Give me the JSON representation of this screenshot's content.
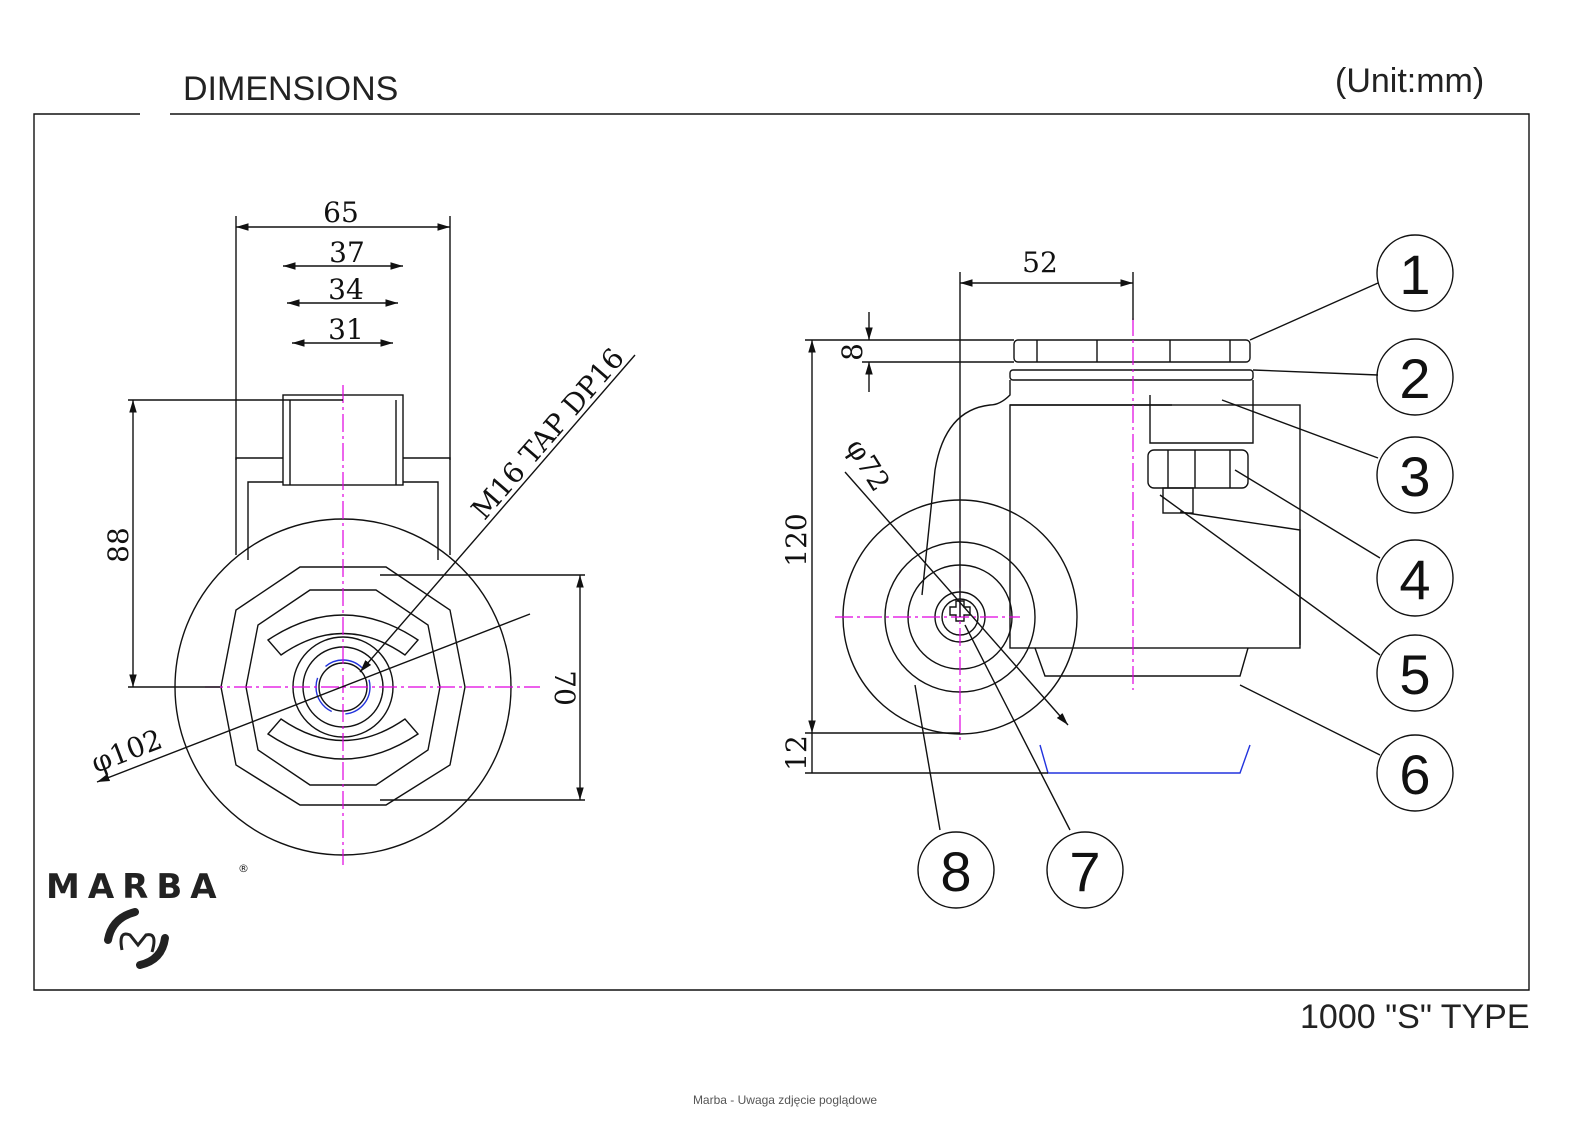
{
  "header": {
    "title": "DIMENSIONS",
    "unit": "(Unit:mm)"
  },
  "footer": {
    "type": "1000 \"S\" TYPE",
    "caption": "Marba - Uwaga zdjęcie poglądowe"
  },
  "logo": {
    "text": "MARBA",
    "mark": "®"
  },
  "front_view": {
    "dims": {
      "w65": "65",
      "w37": "37",
      "w34": "34",
      "w31": "31",
      "h88": "88",
      "h70": "70",
      "d102": "φ102",
      "tap": "M16 TAP DP16"
    }
  },
  "side_view": {
    "dims": {
      "w52": "52",
      "h8": "8",
      "h120": "120",
      "h12": "12",
      "d72": "φ72"
    },
    "callouts": [
      "1",
      "2",
      "3",
      "4",
      "5",
      "6",
      "8",
      "7"
    ]
  },
  "colors": {
    "centerline": "#e000e0",
    "hidden": "#2233dd",
    "line": "#111111"
  }
}
